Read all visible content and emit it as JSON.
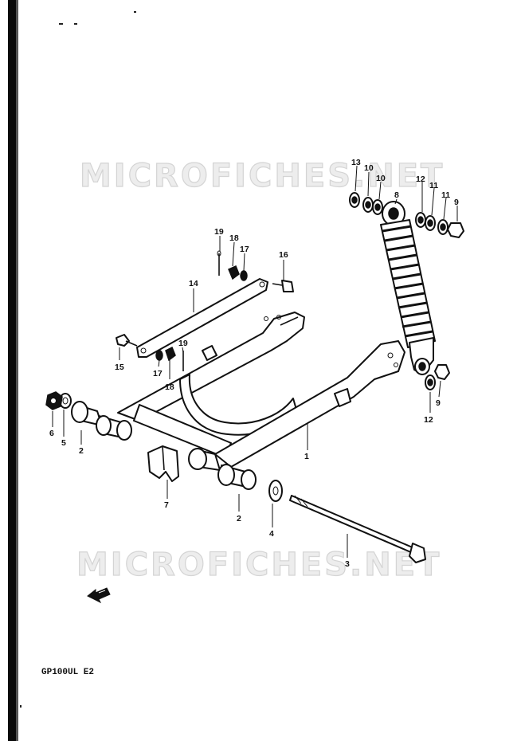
{
  "diagram": {
    "watermark_top": "MICROFICHES.NET",
    "watermark_bottom": "MICROFICHES.NET",
    "model_code": "GP100UL E2",
    "callouts": {
      "p1": "1",
      "p2a": "2",
      "p2b": "2",
      "p3": "3",
      "p4": "4",
      "p5": "5",
      "p6": "6",
      "p7": "7",
      "p8": "8",
      "p9a": "9",
      "p9b": "9",
      "p10a": "10",
      "p10b": "10",
      "p11a": "11",
      "p11b": "11",
      "p12a": "12",
      "p12b": "12",
      "p13": "13",
      "p14": "14",
      "p15": "15",
      "p16": "16",
      "p17a": "17",
      "p17b": "17",
      "p18a": "18",
      "p18b": "18",
      "p19a": "19",
      "p19b": "19"
    }
  }
}
